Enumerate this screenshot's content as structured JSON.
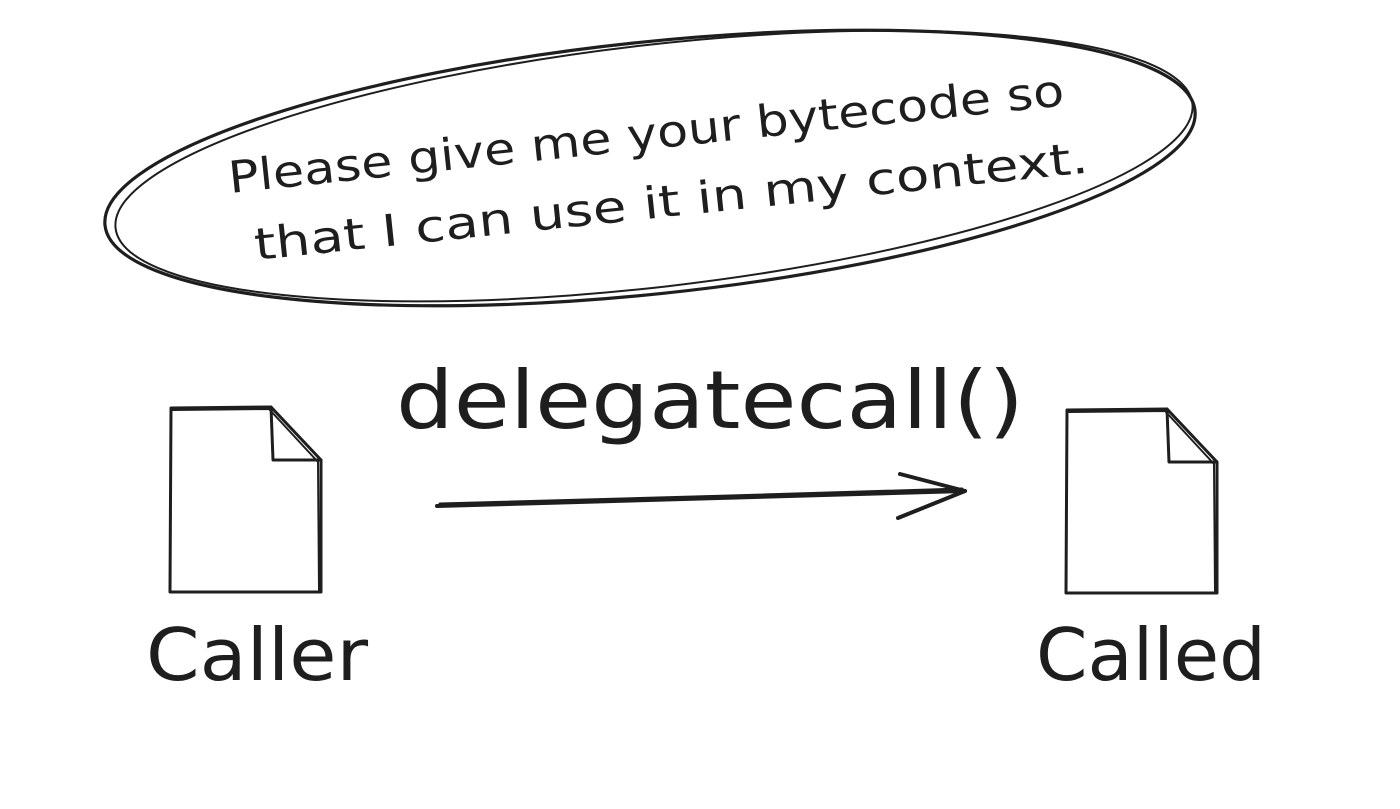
{
  "bubble": {
    "line1": "Please give me your bytecode so",
    "line2": "that I can use it in my context."
  },
  "call": {
    "label": "delegatecall()"
  },
  "caller": {
    "label": "Caller",
    "icon": "document-icon"
  },
  "called": {
    "label": "Called",
    "icon": "document-icon"
  },
  "colors": {
    "ink": "#1e1e1e",
    "background": "#ffffff"
  }
}
